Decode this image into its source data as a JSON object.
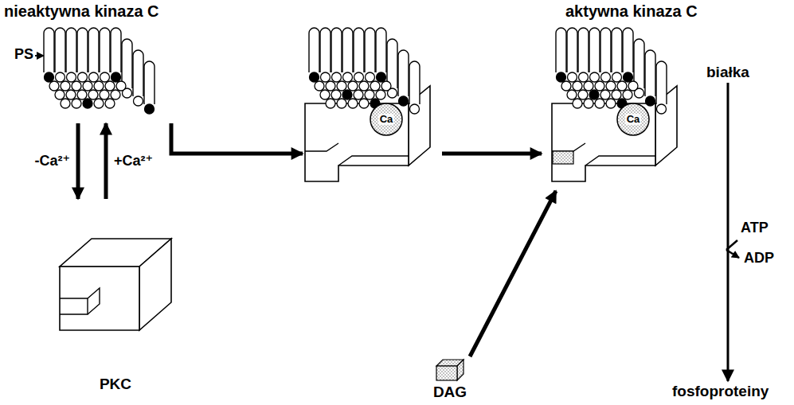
{
  "diagram": {
    "nodes": [
      {
        "text": [
          "nieaktywna kinaza C"
        ]
      },
      {
        "text": [
          "PKC"
        ]
      },
      {
        "text": [
          "Ca"
        ]
      },
      {
        "text": [
          "DAG"
        ]
      },
      {
        "text": [
          "aktywna kinaza C",
          "Ca"
        ]
      },
      {
        "text": [
          "białka"
        ]
      },
      {
        "text": [
          "fosfoproteiny"
        ]
      }
    ],
    "edges": [
      {
        "from": 0,
        "to": 1,
        "arrow": "to",
        "label": "-Ca²⁺"
      },
      {
        "from": 1,
        "to": 0,
        "arrow": "to",
        "label": "+Ca²⁺"
      },
      {
        "from": 0,
        "to": 2,
        "arrow": "to"
      },
      {
        "from": 2,
        "to": 4,
        "arrow": "to"
      },
      {
        "from": 3,
        "to": 4,
        "arrow": "to"
      },
      {
        "from": 5,
        "to": 6,
        "arrow": "to"
      }
    ],
    "labels": [
      "PS",
      "ATP",
      "ADP"
    ]
  }
}
